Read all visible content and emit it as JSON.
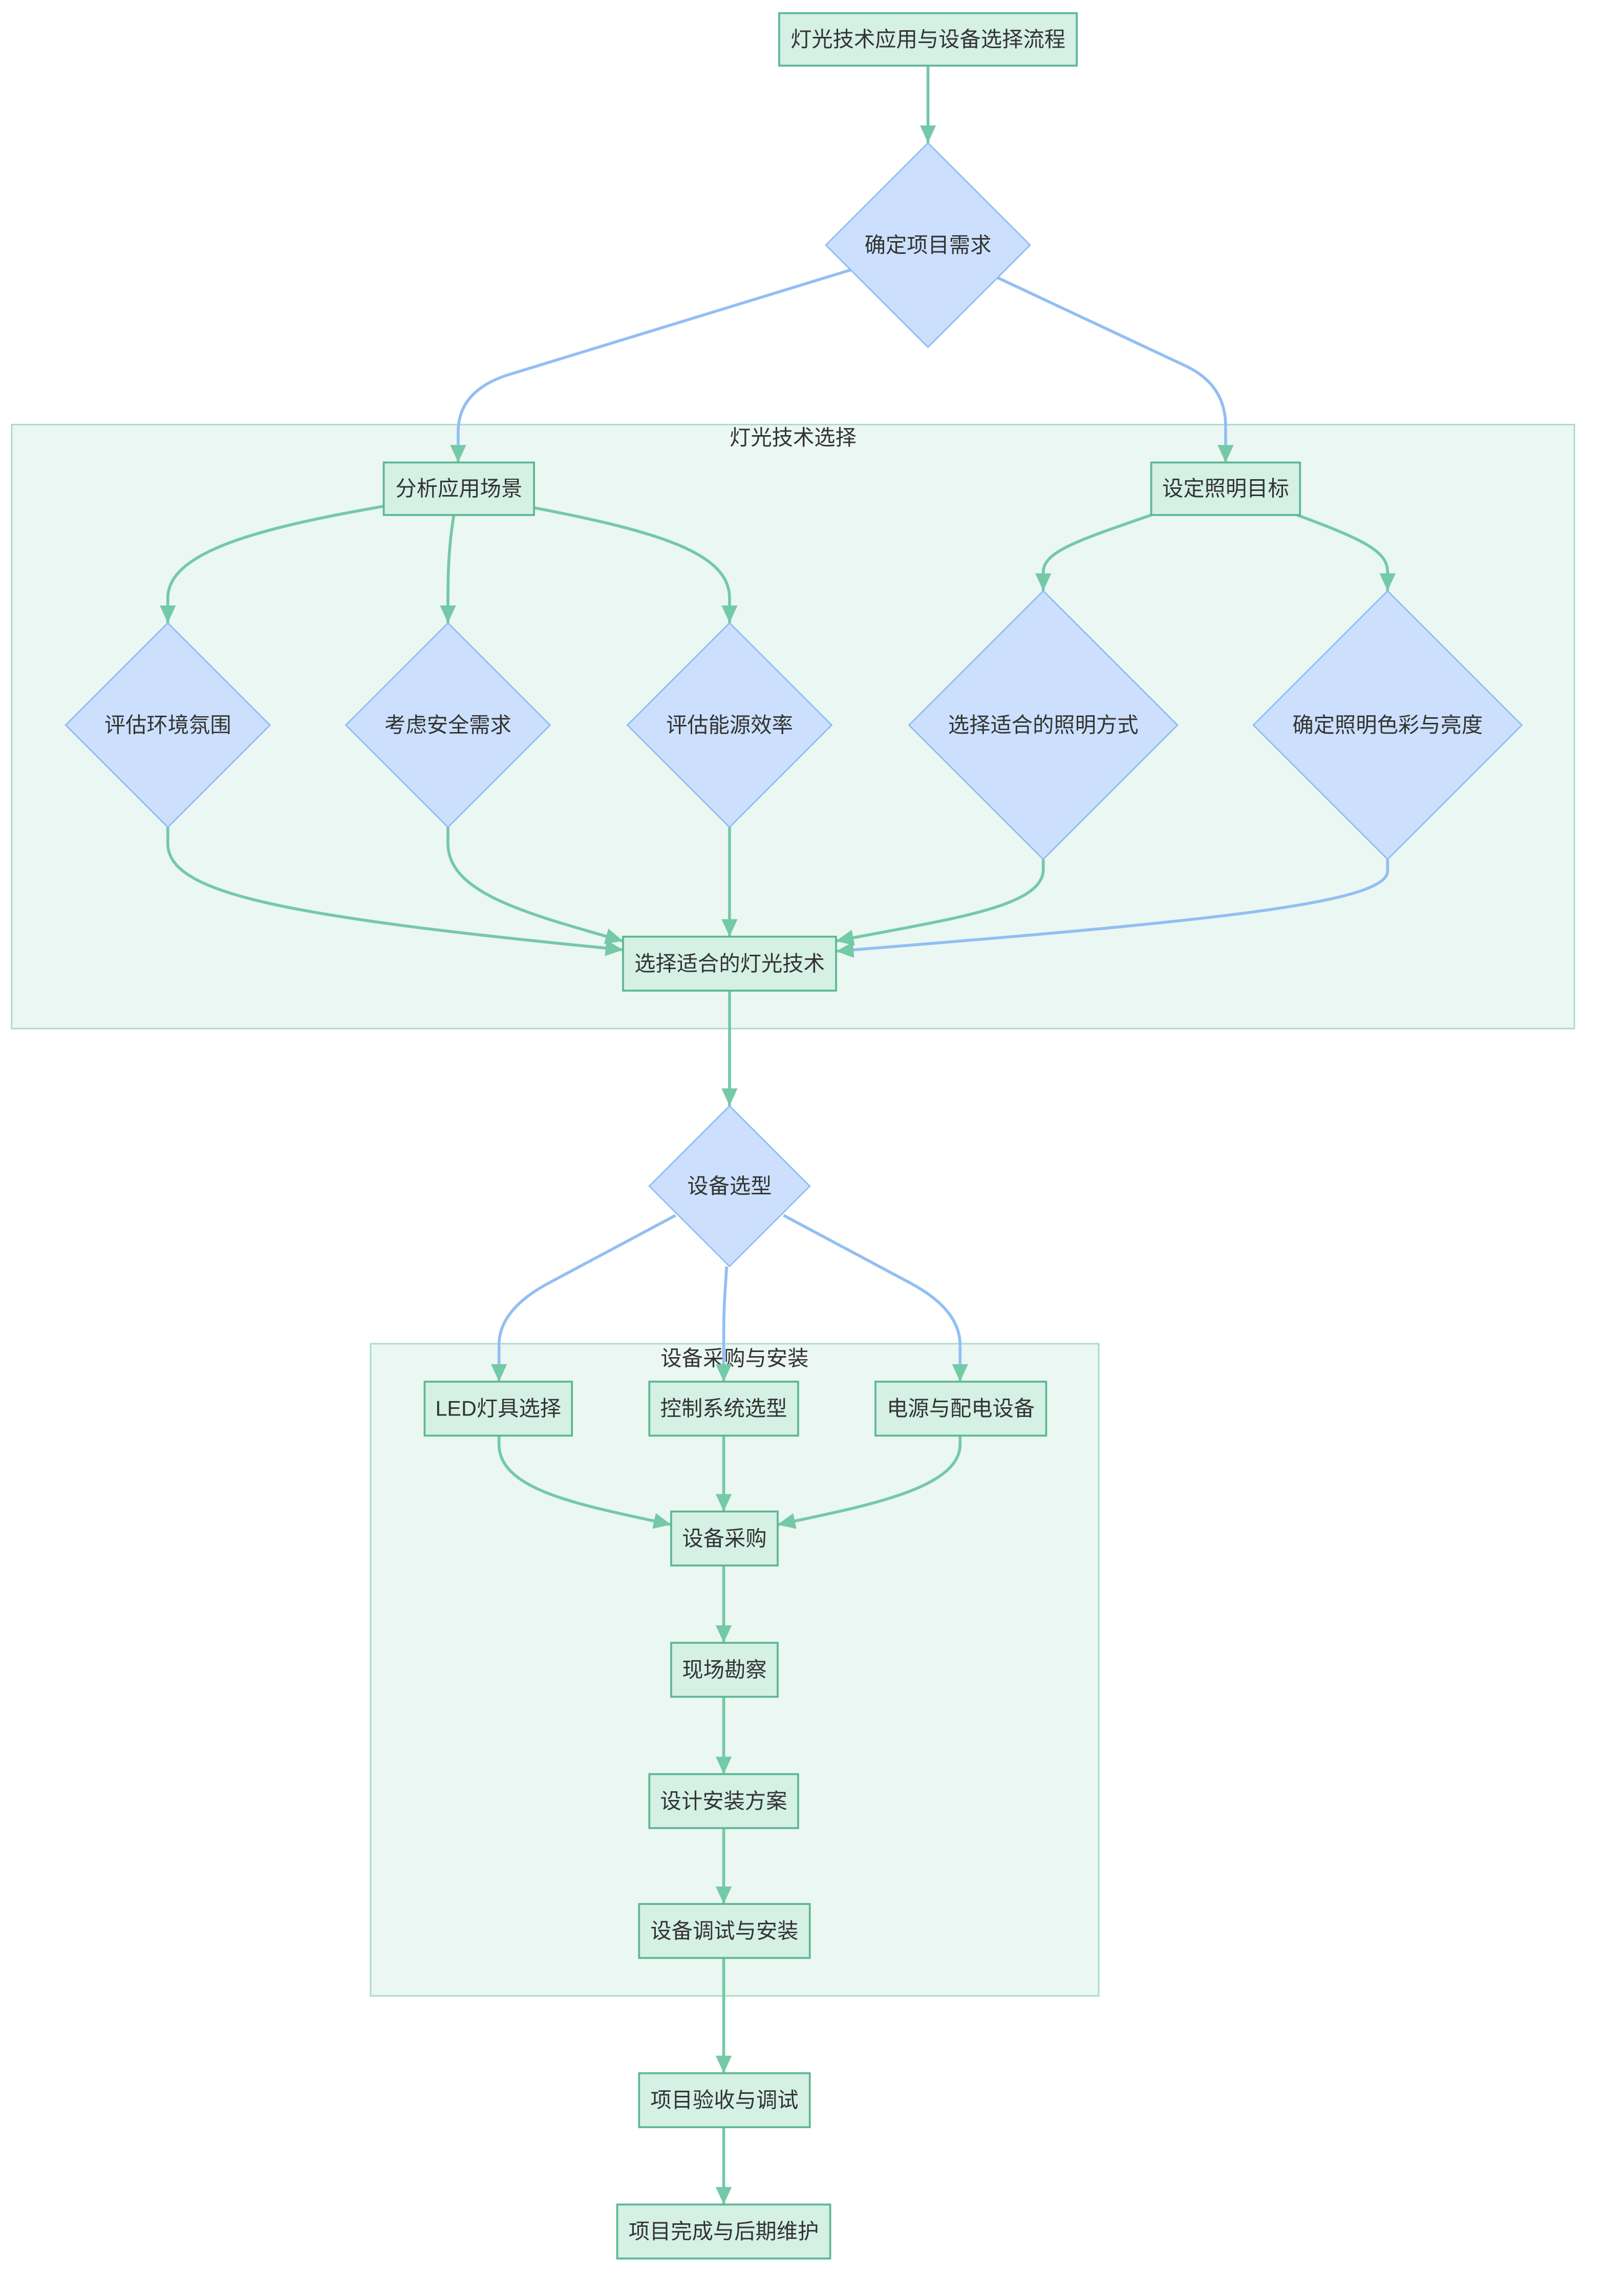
{
  "diagram": {
    "clusters": {
      "lighting_technology": "灯光技术选择",
      "procurement_installation": "设备采购与安装"
    },
    "nodes": {
      "start": "灯光技术应用与设备选择流程",
      "determine_requirements": "确定项目需求",
      "analyze_scenarios": "分析应用场景",
      "set_lighting_goals": "设定照明目标",
      "assess_atmosphere": "评估环境氛围",
      "consider_safety": "考虑安全需求",
      "assess_energy": "评估能源效率",
      "choose_lighting_method": "选择适合的照明方式",
      "determine_color_brightness": "确定照明色彩与亮度",
      "choose_lighting_technology": "选择适合的灯光技术",
      "equipment_selection": "设备选型",
      "led_fixture_selection": "LED灯具选择",
      "control_system_selection": "控制系统选型",
      "power_distribution": "电源与配电设备",
      "equipment_procurement": "设备采购",
      "site_survey": "现场勘察",
      "design_installation_plan": "设计安装方案",
      "commissioning_installation": "设备调试与安装",
      "acceptance_testing": "项目验收与调试",
      "completion_maintenance": "项目完成与后期维护"
    }
  },
  "colors": {
    "process_fill": "#d5f0e5",
    "process_stroke": "#5cb891",
    "decision_fill": "#cce0fd",
    "decision_stroke": "#8fbef3",
    "cluster_fill": "#ebf7f2",
    "cluster_stroke": "#a8dcc6",
    "edge_green": "#74c9a8",
    "edge_blue": "#92bff3",
    "text": "#333333",
    "background": "#ffffff"
  }
}
